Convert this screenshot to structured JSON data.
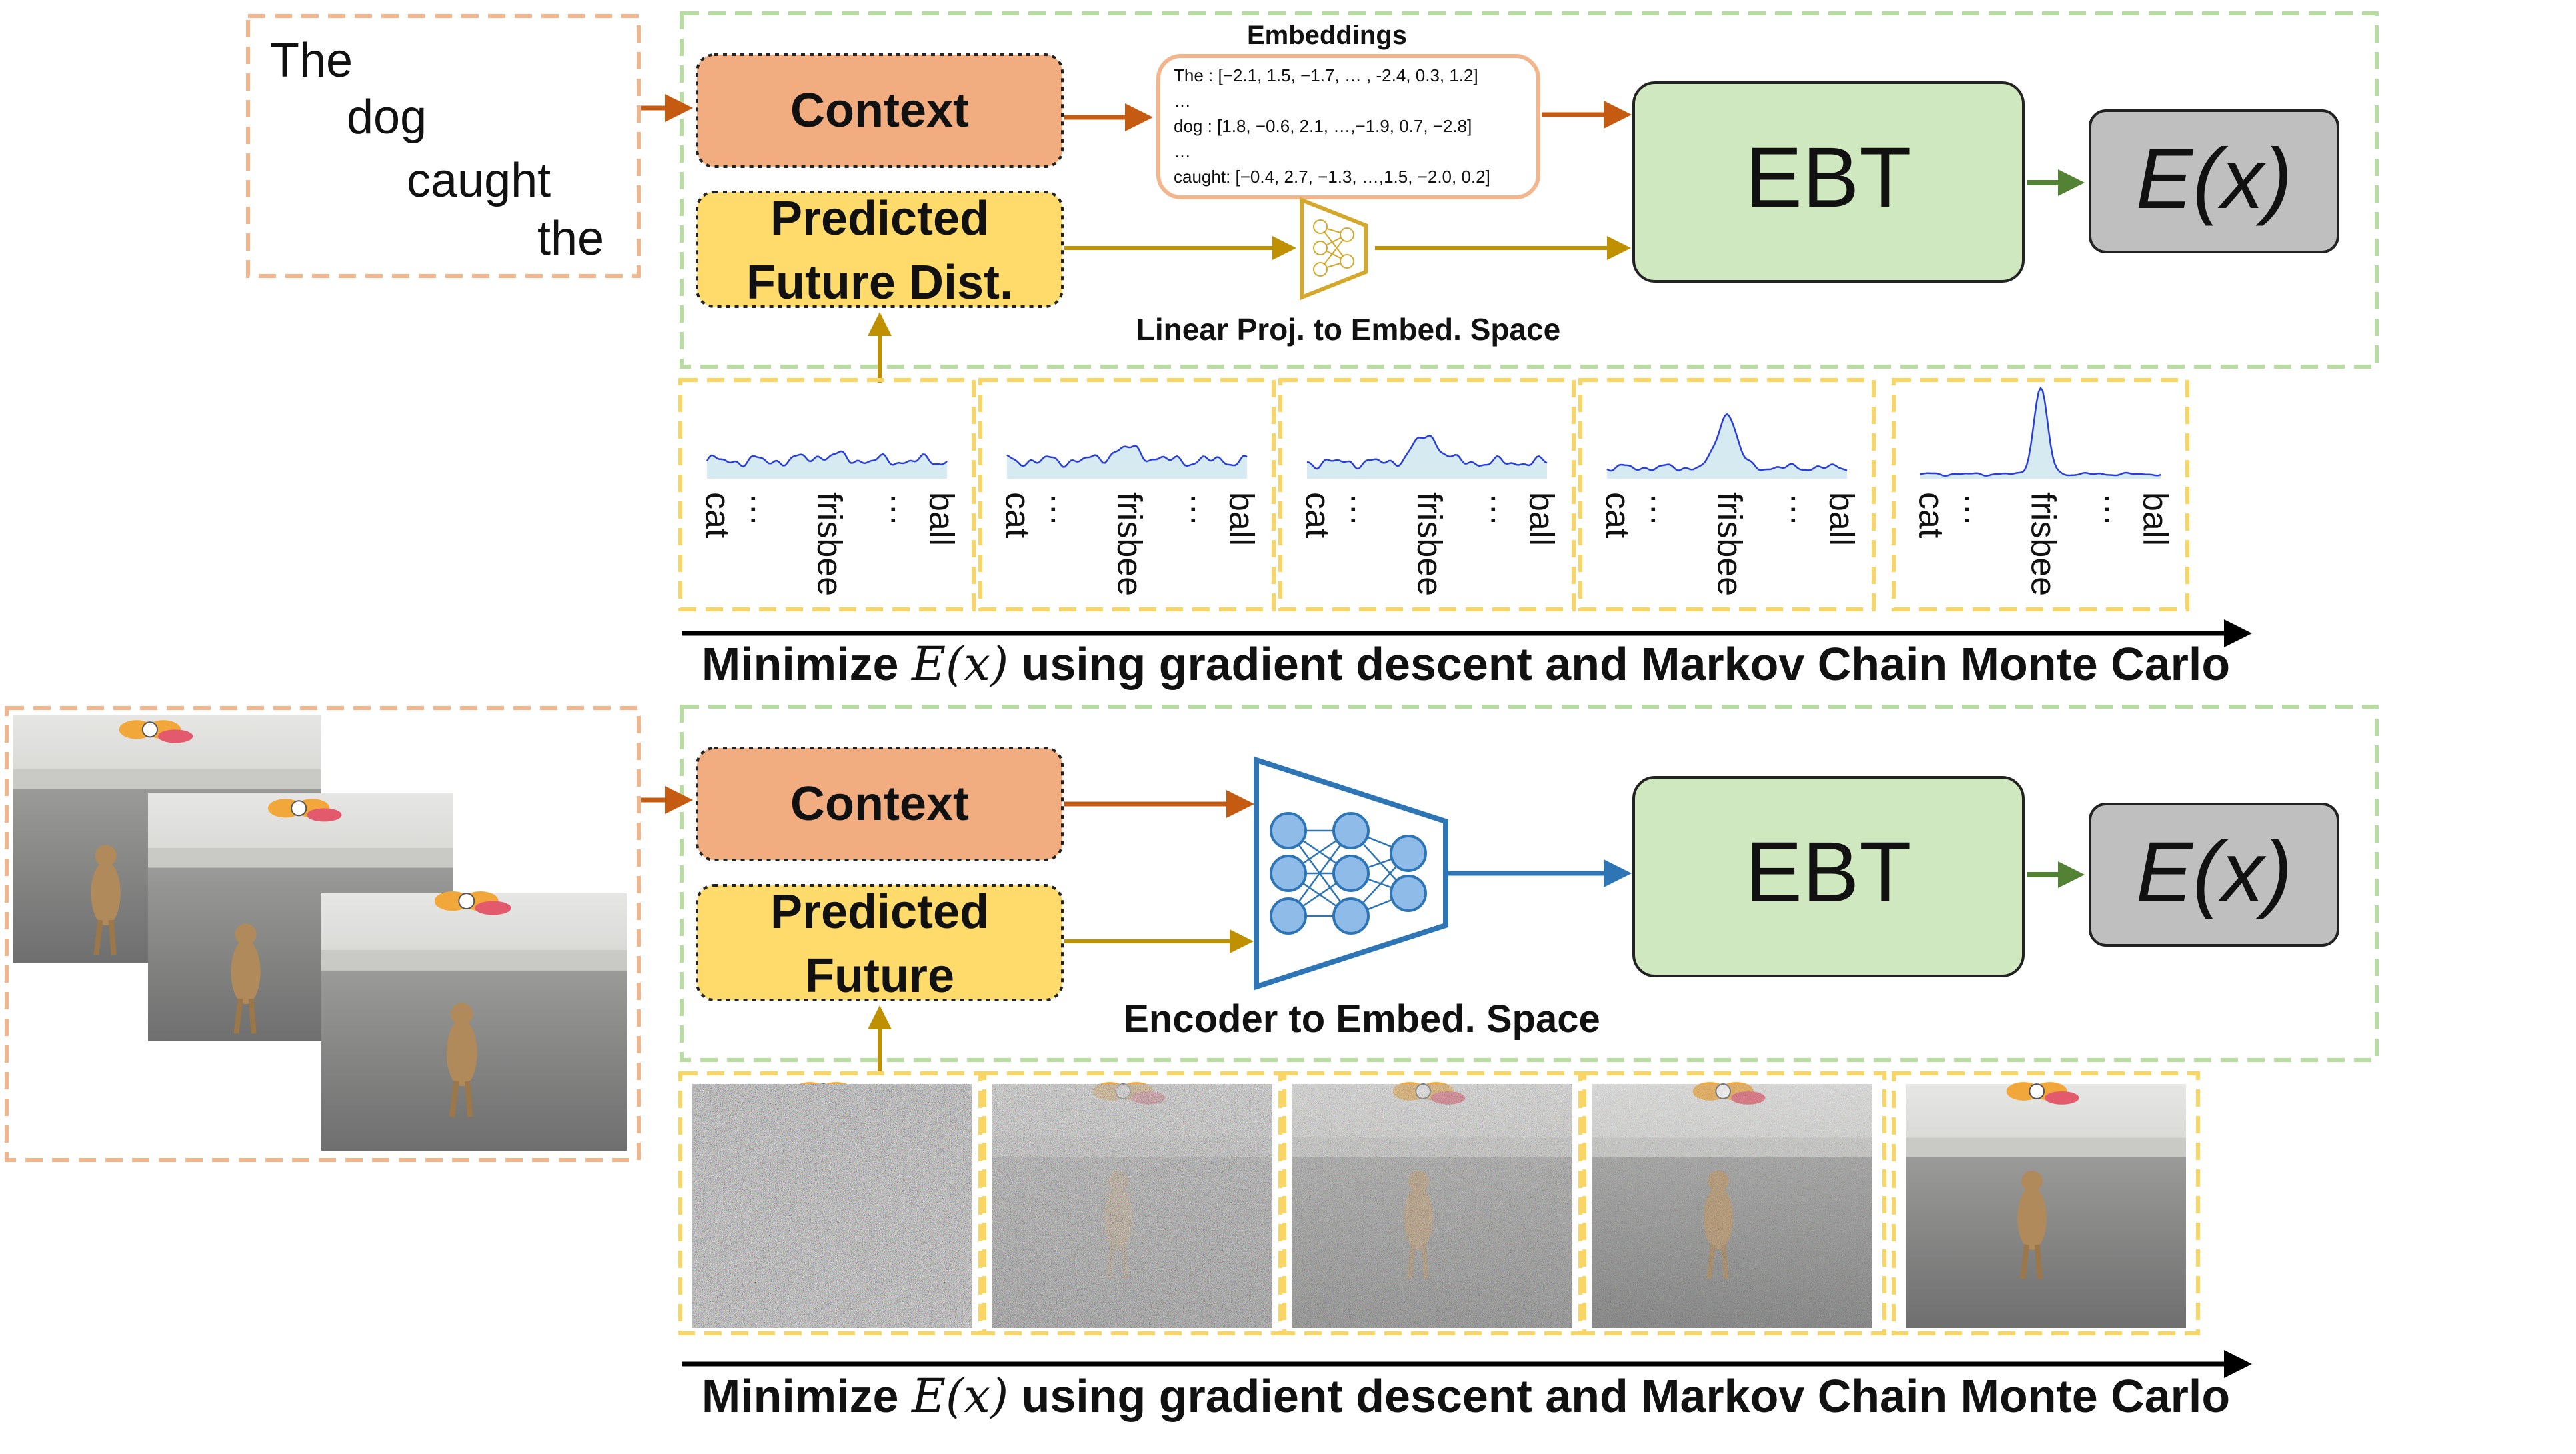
{
  "text_panel": {
    "words": [
      "The",
      "dog",
      "caught",
      "the"
    ]
  },
  "top": {
    "context_label": "Context",
    "predicted_line1": "Predicted",
    "predicted_line2": "Future Dist.",
    "embeddings_title": "Embeddings",
    "embedding_lines": [
      "The : [−2.1, 1.5, −1.7, … , -2.4, 0.3, 1.2]",
      "…",
      "dog : [1.8, −0.6, 2.1, …,−1.9, 0.7, −2.8]",
      "…",
      "caught: [−0.4, 2.7, −1.3, …,1.5, −2.0, 0.2]"
    ],
    "proj_label": "Linear Proj. to Embed. Space",
    "ebt_label": "EBT",
    "energy_label": "E(x)"
  },
  "distributions": {
    "tick_labels": [
      "cat",
      "…",
      "frisbee",
      "…",
      "ball"
    ],
    "peak_heights": [
      0.2,
      0.35,
      0.55,
      0.8,
      1.0
    ]
  },
  "caption": "Minimize E(x) using gradient descent and Markov Chain Monte Carlo",
  "caption_parts": {
    "before": "Minimize ",
    "symbol": "E(x)",
    "after": " using gradient descent and Markov Chain Monte Carlo"
  },
  "bottom": {
    "context_label": "Context",
    "predicted_line1": "Predicted",
    "predicted_line2": "Future",
    "encoder_label": "Encoder to Embed. Space",
    "ebt_label": "EBT",
    "energy_label": "E(x)"
  },
  "noise_levels": [
    1.0,
    0.75,
    0.55,
    0.35,
    0.0
  ],
  "colors": {
    "orange_fill": "#f1ad7f",
    "orange_border": "#f3b58c",
    "yellow_fill": "#fedb6b",
    "yellow_border": "#f9d566",
    "green_fill": "#cfe8c0",
    "green_dash": "#b7dea0",
    "gray_fill": "#bfbfbf",
    "orange_arrow": "#c55a11",
    "gold_arrow": "#bf9000",
    "green_arrow": "#548235",
    "blue_arrow": "#2e75b6",
    "encoder_blue": "#2e75b6",
    "dist_fill": "#d6eaf2",
    "dist_line": "#2a3fd8"
  }
}
